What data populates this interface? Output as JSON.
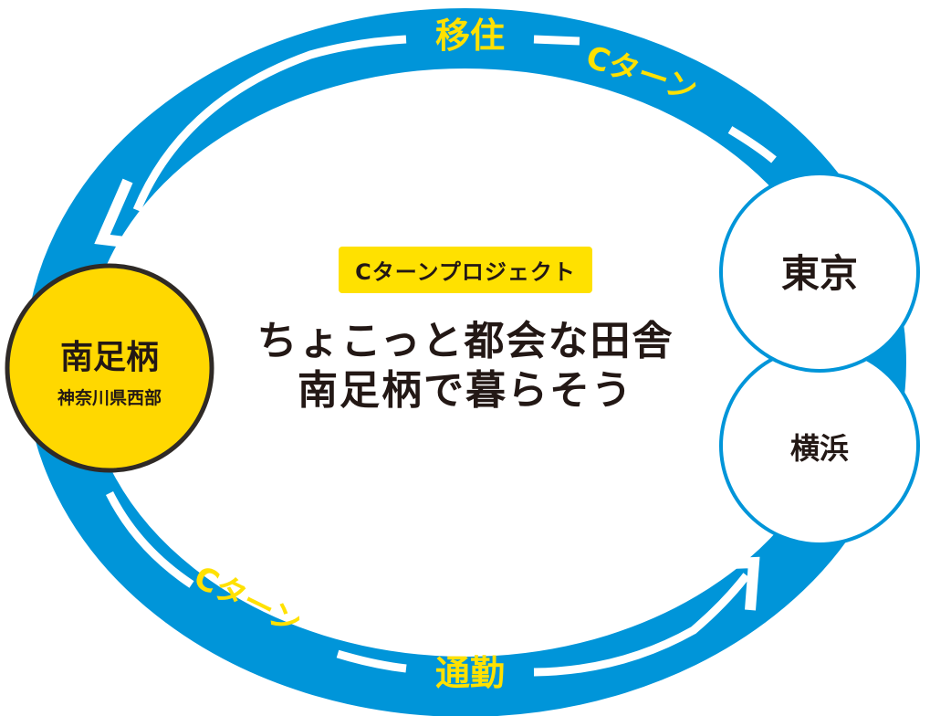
{
  "nodes": {
    "minamiashigara": {
      "name": "南足柄",
      "sub": "神奈川県西部"
    },
    "tokyo": {
      "name": "東京"
    },
    "yokohama": {
      "name": "横浜"
    }
  },
  "top_arc": {
    "word1": "移住",
    "word2": "Cターン"
  },
  "bottom_arc": {
    "word1": "Cターン",
    "word2": "通勤"
  },
  "project_badge": "Cターンプロジェクト",
  "headline": {
    "line1": "ちょこっと都会な田舎",
    "line2": "南足柄で暮らそう"
  },
  "colors": {
    "ring_blue": "#0095D9",
    "accent_yellow": "#FFE100",
    "node_yellow": "#FFD800",
    "dark": "#231815"
  }
}
